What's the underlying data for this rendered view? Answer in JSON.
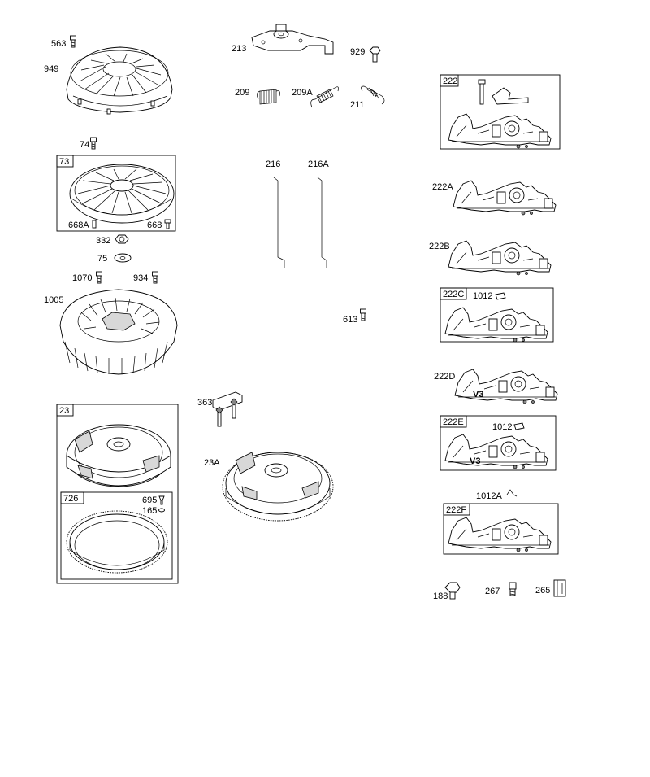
{
  "labels": {
    "p563": "563",
    "p949": "949",
    "p74": "74",
    "p73": "73",
    "p668a": "668A",
    "p668": "668",
    "p332": "332",
    "p75": "75",
    "p1070": "1070",
    "p934": "934",
    "p1005": "1005",
    "p23": "23",
    "p726": "726",
    "p695": "695",
    "p165": "165",
    "p213": "213",
    "p929": "929",
    "p209": "209",
    "p209a": "209A",
    "p211": "211",
    "p216": "216",
    "p216a": "216A",
    "p613": "613",
    "p363": "363",
    "p23a": "23A",
    "p222": "222",
    "p222a": "222A",
    "p222b": "222B",
    "p222c": "222C",
    "p1012c": "1012",
    "p222d": "222D",
    "p222e": "222E",
    "p1012e": "1012",
    "p1012a": "1012A",
    "p222f": "222F",
    "p188": "188",
    "p267": "267",
    "p265": "265",
    "v3d": "V3",
    "v3e": "V3"
  }
}
